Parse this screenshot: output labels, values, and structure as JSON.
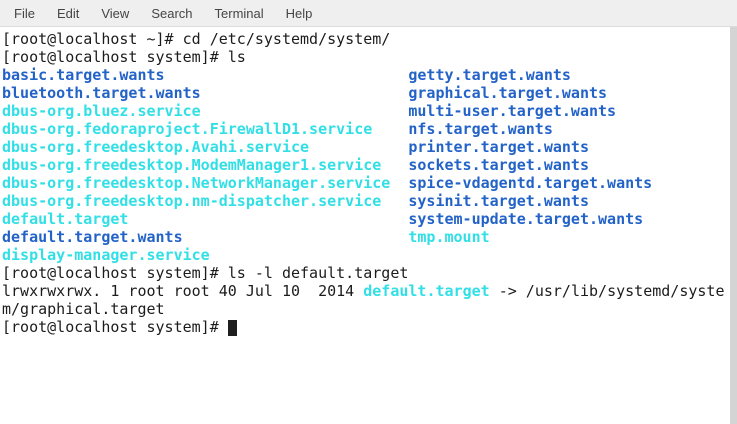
{
  "menu_bar": {
    "items": [
      "File",
      "Edit",
      "View",
      "Search",
      "Terminal",
      "Help"
    ]
  },
  "colors": {
    "terminal_background": "#ffffff",
    "terminal_text": "#1c1c1c",
    "directory_blue": "#2363c8",
    "symlink_cyan": "#31dfe6",
    "menubar_background": "#efefef",
    "scrollbar_gray": "#d4d4d4"
  },
  "terminal": {
    "command_1": "[root@localhost ~]# cd /etc/systemd/system/",
    "command_2": "[root@localhost system]# ls",
    "ls_rows": [
      {
        "left": {
          "text": "basic.target.wants",
          "kind": "dir"
        },
        "right": {
          "text": "getty.target.wants",
          "kind": "dir"
        }
      },
      {
        "left": {
          "text": "bluetooth.target.wants",
          "kind": "dir"
        },
        "right": {
          "text": "graphical.target.wants",
          "kind": "dir"
        }
      },
      {
        "left": {
          "text": "dbus-org.bluez.service",
          "kind": "link"
        },
        "right": {
          "text": "multi-user.target.wants",
          "kind": "dir"
        }
      },
      {
        "left": {
          "text": "dbus-org.fedoraproject.FirewallD1.service",
          "kind": "link"
        },
        "right": {
          "text": "nfs.target.wants",
          "kind": "dir"
        }
      },
      {
        "left": {
          "text": "dbus-org.freedesktop.Avahi.service",
          "kind": "link"
        },
        "right": {
          "text": "printer.target.wants",
          "kind": "dir"
        }
      },
      {
        "left": {
          "text": "dbus-org.freedesktop.ModemManager1.service",
          "kind": "link"
        },
        "right": {
          "text": "sockets.target.wants",
          "kind": "dir"
        }
      },
      {
        "left": {
          "text": "dbus-org.freedesktop.NetworkManager.service",
          "kind": "link"
        },
        "right": {
          "text": "spice-vdagentd.target.wants",
          "kind": "dir"
        }
      },
      {
        "left": {
          "text": "dbus-org.freedesktop.nm-dispatcher.service",
          "kind": "link"
        },
        "right": {
          "text": "sysinit.target.wants",
          "kind": "dir"
        }
      },
      {
        "left": {
          "text": "default.target",
          "kind": "link"
        },
        "right": {
          "text": "system-update.target.wants",
          "kind": "dir"
        }
      },
      {
        "left": {
          "text": "default.target.wants",
          "kind": "dir"
        },
        "right": {
          "text": "tmp.mount",
          "kind": "link"
        }
      },
      {
        "left": {
          "text": "display-manager.service",
          "kind": "link"
        },
        "right": {
          "text": "",
          "kind": ""
        }
      }
    ],
    "command_3": "[root@localhost system]# ls -l default.target",
    "ls_l_output": {
      "prefix": "lrwxrwxrwx. 1 root root 40 Jul 10  2014 ",
      "link_name": "default.target",
      "arrow_and_target": " -> /usr/lib/systemd/syste",
      "wrapped_tail": "m/graphical.target"
    },
    "prompt": "[root@localhost system]# "
  }
}
